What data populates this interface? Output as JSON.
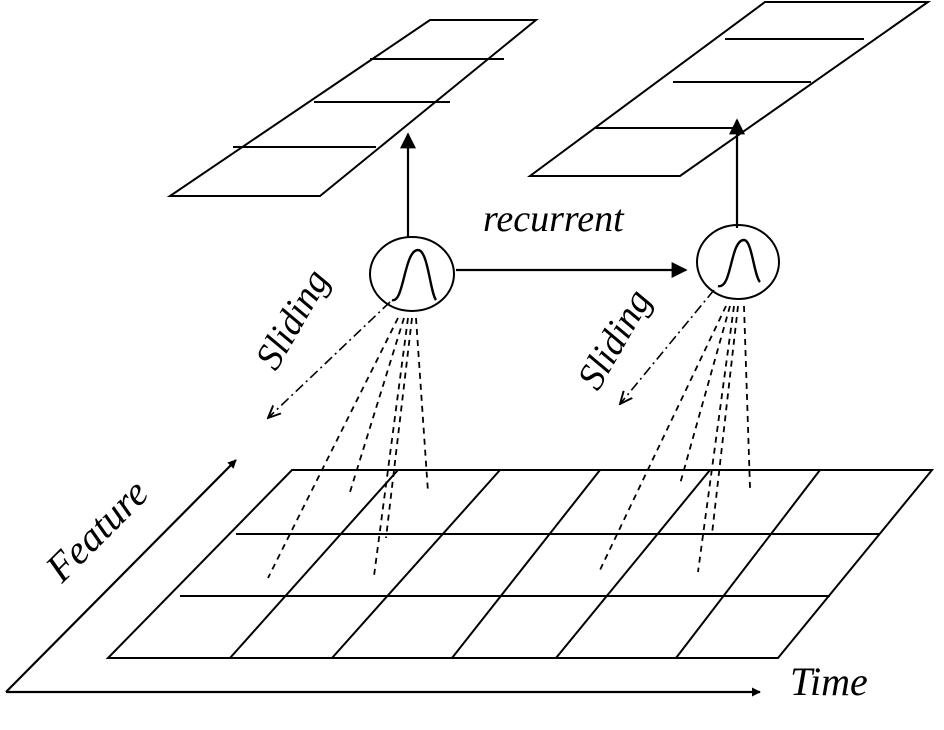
{
  "labels": {
    "recurrent": "recurrent",
    "sliding_left": "Sliding",
    "sliding_right": "Sliding",
    "feature_axis": "Feature",
    "time_axis": "Time"
  },
  "colors": {
    "ink": "#000000",
    "background": "#ffffff"
  },
  "icons": {
    "neuron": "sigmoid-activation-icon"
  }
}
